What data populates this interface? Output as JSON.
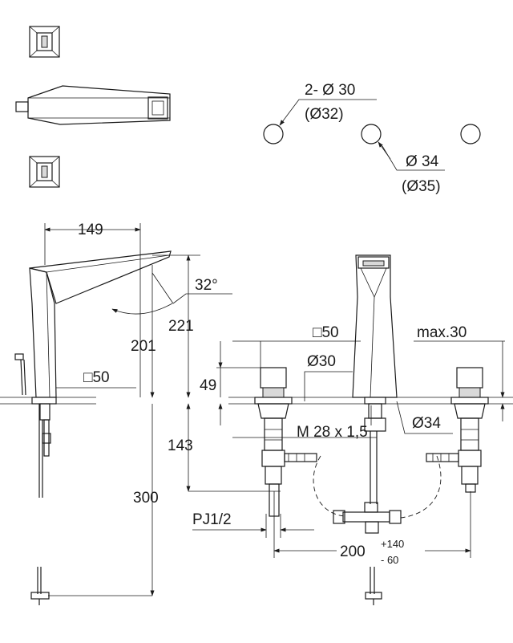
{
  "top_diameters": {
    "small": "2- Ø 30",
    "small_alt": "(Ø32)",
    "large": "Ø 34",
    "large_alt": "(Ø35)"
  },
  "dims": {
    "spout_reach": "149",
    "angle": "32°",
    "h221": "221",
    "h201": "201",
    "h49": "49",
    "h143": "143",
    "h300": "300",
    "sq50_left": "□50",
    "sq50_right": "□50",
    "dia30": "Ø30",
    "max30": "max.30",
    "dia34": "Ø34",
    "thread": "M 28 x 1,5",
    "pj": "PJ1/2",
    "spacing": "200",
    "tol_plus": "+140",
    "tol_minus": "-  60"
  }
}
